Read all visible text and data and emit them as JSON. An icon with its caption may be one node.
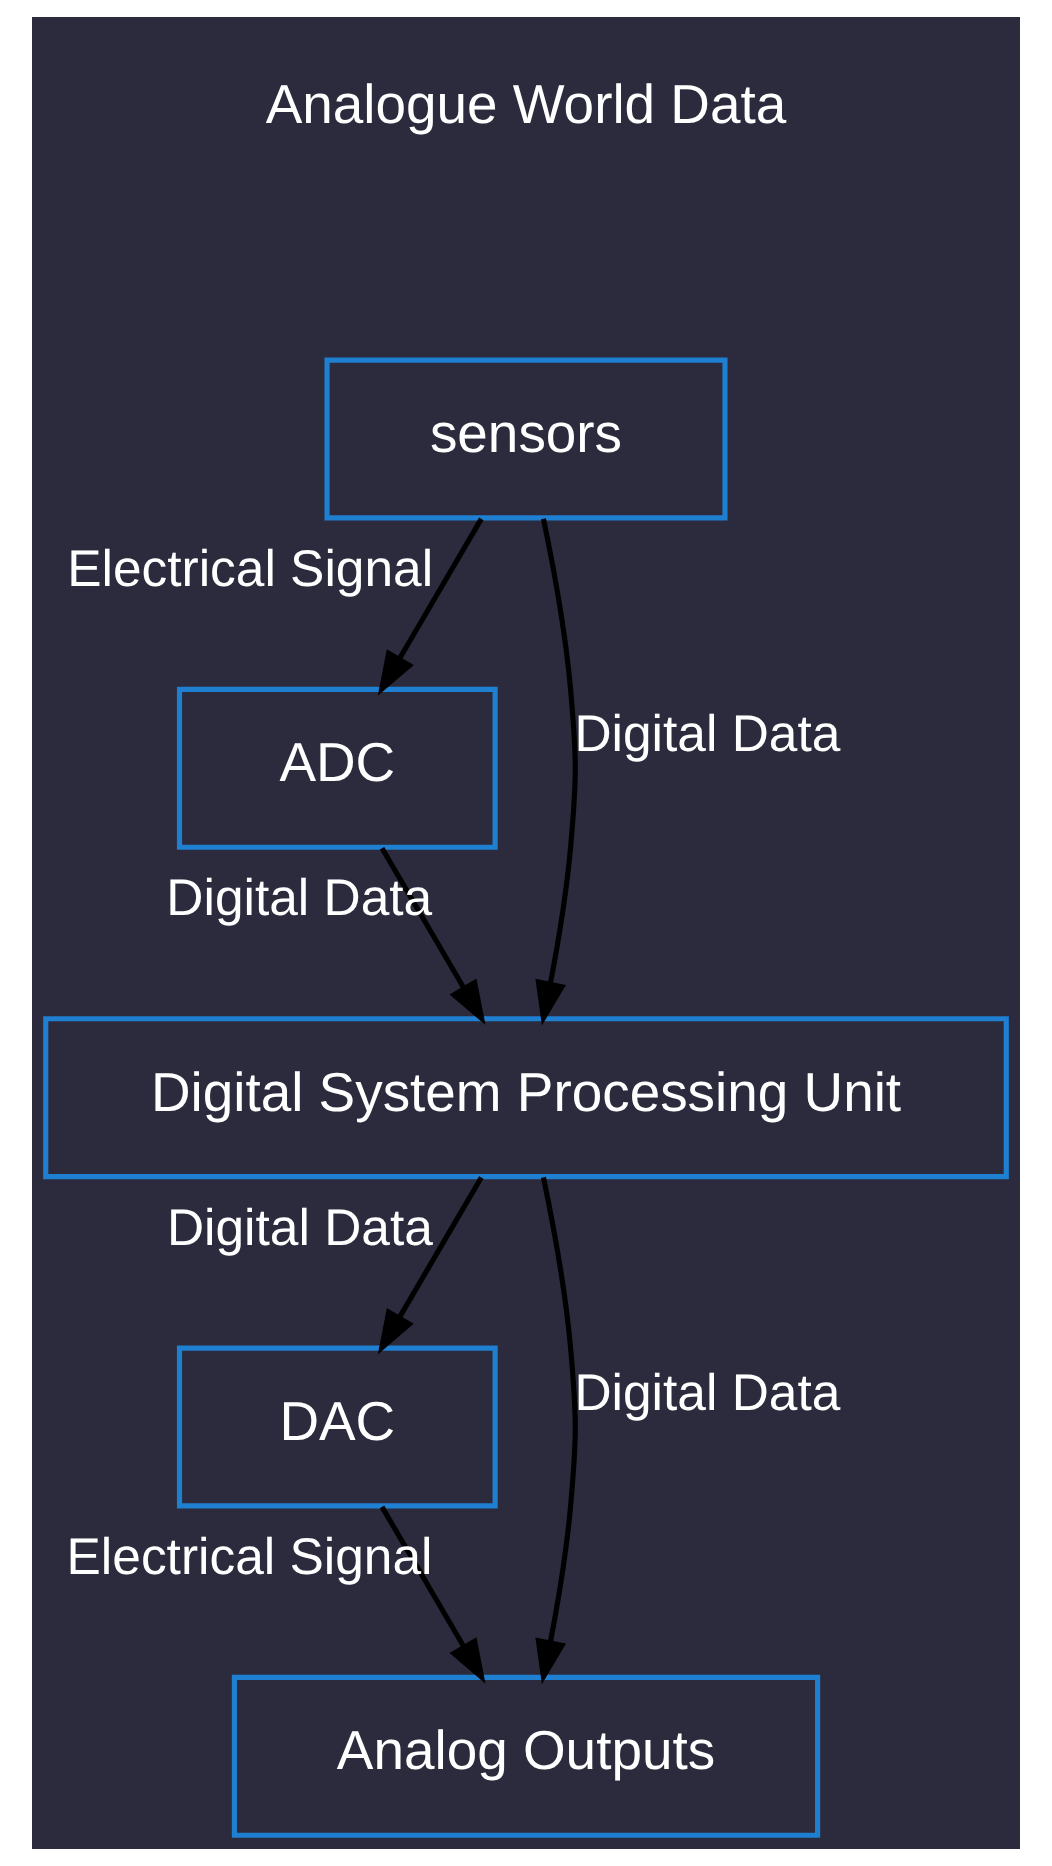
{
  "diagram": {
    "nodes": [
      {
        "text": [
          "sensors"
        ]
      },
      {
        "text": [
          "ADC"
        ]
      },
      {
        "text": [
          "Digital System Processing Unit"
        ]
      },
      {
        "text": [
          "DAC"
        ]
      },
      {
        "text": [
          "Analog Outputs"
        ]
      }
    ],
    "edges": [
      {
        "from": 0,
        "to": 1,
        "arrow": "to",
        "label": "Electrical Signal"
      },
      {
        "from": 0,
        "to": 2,
        "arrow": "to",
        "label": "Digital Data"
      },
      {
        "from": 1,
        "to": 2,
        "arrow": "to",
        "label": "Digital Data"
      },
      {
        "from": 2,
        "to": 3,
        "arrow": "to",
        "label": "Digital Data"
      },
      {
        "from": 2,
        "to": 4,
        "arrow": "to",
        "label": "Digital Data"
      },
      {
        "from": 3,
        "to": 4,
        "arrow": "to",
        "label": "Electrical Signal"
      }
    ],
    "labels": [
      "Analogue World Data"
    ]
  }
}
